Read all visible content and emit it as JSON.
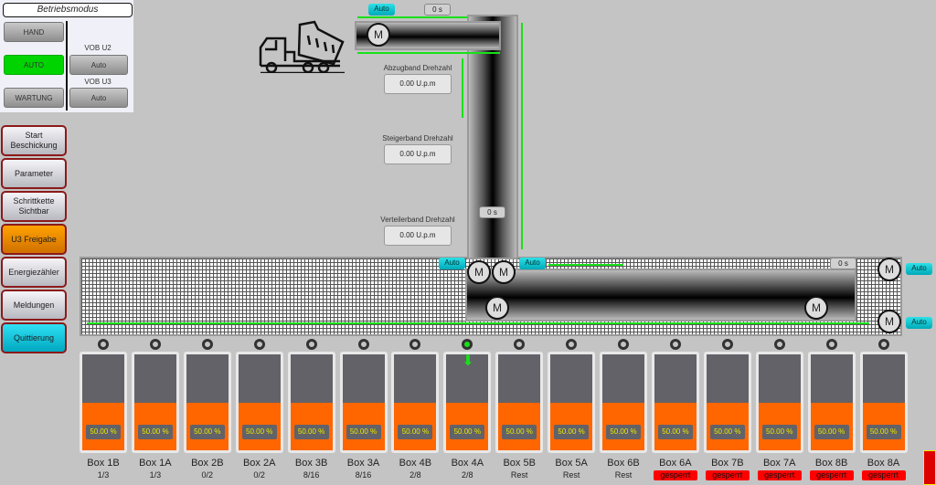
{
  "mode": {
    "title": "Betriebsmodus",
    "hand": "HAND",
    "auto": "AUTO",
    "wartung": "WARTUNG",
    "vob_u2_label": "VOB U2",
    "vob_u2_value": "Auto",
    "vob_u3_label": "VOB U3",
    "vob_u3_value": "Auto"
  },
  "sidebar": [
    {
      "label": "Start Beschickung"
    },
    {
      "label": "Parameter"
    },
    {
      "label": "Schrittkette Sichtbar"
    },
    {
      "label": "U3 Freigabe"
    },
    {
      "label": "Energiezähler"
    },
    {
      "label": "Meldungen"
    },
    {
      "label": "Quittierung"
    }
  ],
  "conveyor": {
    "top_auto": "Auto",
    "top_timer": "0 s",
    "abzug_label": "Abzugband Drehzahl",
    "abzug_value": "0.00 U.p.m",
    "steiger_label": "Steigerband Drehzahl",
    "steiger_value": "0.00 U.p.m",
    "verteiler_label": "Verteilerband Drehzahl",
    "verteiler_value": "0.00 U.p.m",
    "vert_timer": "0 s",
    "left_auto": "Auto",
    "mid_auto": "Auto",
    "right_timer": "0 s",
    "right_auto_1": "Auto",
    "right_auto_2": "Auto",
    "motor": "M"
  },
  "colors": {
    "accent_green": "#19e019",
    "fill_orange": "#ff6600",
    "locked_red": "#ff0000"
  },
  "boxes": [
    {
      "name": "Box 1B",
      "sub": "1/3",
      "fill": "50.00 %",
      "level": 50
    },
    {
      "name": "Box 1A",
      "sub": "1/3",
      "fill": "50.00 %",
      "level": 50
    },
    {
      "name": "Box 2B",
      "sub": "0/2",
      "fill": "50.00 %",
      "level": 50
    },
    {
      "name": "Box 2A",
      "sub": "0/2",
      "fill": "50.00 %",
      "level": 50
    },
    {
      "name": "Box 3B",
      "sub": "8/16",
      "fill": "50.00 %",
      "level": 50
    },
    {
      "name": "Box 3A",
      "sub": "8/16",
      "fill": "50.00 %",
      "level": 50
    },
    {
      "name": "Box 4B",
      "sub": "2/8",
      "fill": "50.00 %",
      "level": 50
    },
    {
      "name": "Box 4A",
      "sub": "2/8",
      "fill": "50.00 %",
      "level": 50,
      "active": true
    },
    {
      "name": "Box 5B",
      "sub": "Rest",
      "fill": "50.00 %",
      "level": 50
    },
    {
      "name": "Box 5A",
      "sub": "Rest",
      "fill": "50.00 %",
      "level": 50
    },
    {
      "name": "Box 6B",
      "sub": "Rest",
      "fill": "50.00 %",
      "level": 50
    },
    {
      "name": "Box 6A",
      "sub": "gesperrt",
      "fill": "50.00 %",
      "level": 50,
      "locked": true
    },
    {
      "name": "Box 7B",
      "sub": "gesperrt",
      "fill": "50.00 %",
      "level": 50,
      "locked": true
    },
    {
      "name": "Box 7A",
      "sub": "gesperrt",
      "fill": "50.00 %",
      "level": 50,
      "locked": true
    },
    {
      "name": "Box 8B",
      "sub": "gesperrt",
      "fill": "50.00 %",
      "level": 50,
      "locked": true
    },
    {
      "name": "Box 8A",
      "sub": "gesperrt",
      "fill": "50.00 %",
      "level": 50,
      "locked": true
    }
  ]
}
